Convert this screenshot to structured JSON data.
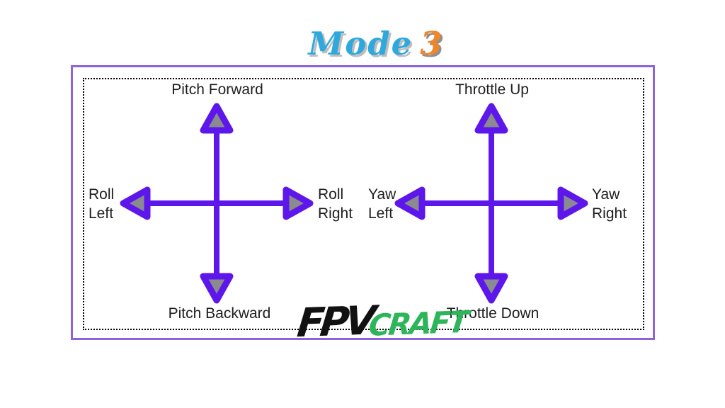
{
  "title": {
    "main": "Mode",
    "number": "3"
  },
  "left_stick": {
    "up": "Pitch Forward",
    "down": "Pitch Backward",
    "left1": "Roll",
    "left2": "Left",
    "right1": "Roll",
    "right2": "Right"
  },
  "right_stick": {
    "up": "Throttle Up",
    "down": "Throttle Down",
    "left1": "Yaw",
    "left2": "Left",
    "right1": "Yaw",
    "right2": "Right"
  },
  "watermark": {
    "part1": "FPV",
    "part2": "CRAFT"
  },
  "colors": {
    "arrow": "#5E17EB",
    "arrowhead_fill": "#8A8A90",
    "frame_border": "#8C63D8",
    "title_blue": "#2FA8DD",
    "title_orange": "#F0862B",
    "logo_black": "#111111",
    "logo_green": "#2EB45A",
    "label_text": "#1D1D1D",
    "bg": "#FFFFFF"
  }
}
